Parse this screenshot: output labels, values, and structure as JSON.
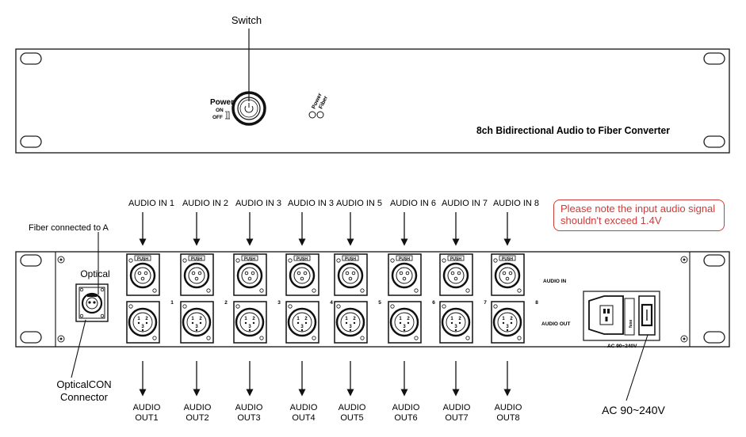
{
  "front_panel": {
    "switch_label": "Switch",
    "power_label": "Power",
    "on_label": "ON",
    "off_label": "OFF",
    "led_power_label": "Power",
    "led_fiber_label": "Fiber",
    "product_title": "8ch Bidirectional Audio to Fiber Converter"
  },
  "rear_panel": {
    "fiber_label": "Fiber connected to A",
    "optical_label": "Optical",
    "opticalcon_line1": "OpticalCON",
    "opticalcon_line2": "Connector",
    "audio_in_labels": [
      "AUDIO IN 1",
      "AUDIO IN 2",
      "AUDIO IN 3",
      "AUDIO IN 3",
      "AUDIO IN 5",
      "AUDIO IN 6",
      "AUDIO IN 7",
      "AUDIO IN 8"
    ],
    "audio_out_line1": [
      "AUDIO",
      "AUDIO",
      "AUDIO",
      "AUDIO",
      "AUDIO",
      "AUDIO",
      "AUDIO",
      "AUDIO"
    ],
    "audio_out_line2": [
      "OUT1",
      "OUT2",
      "OUT3",
      "OUT4",
      "OUT5",
      "OUT6",
      "OUT7",
      "OUT8"
    ],
    "channel_numbers": [
      "1",
      "2",
      "3",
      "4",
      "5",
      "6",
      "7",
      "8"
    ],
    "push_label": "PUSH",
    "pin_labels": [
      "1",
      "2",
      "3"
    ],
    "panel_audio_in": "AUDIO IN",
    "panel_audio_out": "AUDIO OUT",
    "power_socket_label": "AC 90~240V",
    "fuse_label": "fuse",
    "ac_label": "AC 90~240V"
  },
  "note": {
    "line1": "Please note the input audio signal",
    "line2": "shouldn't exceed 1.4V",
    "color": "#d03a3a"
  }
}
